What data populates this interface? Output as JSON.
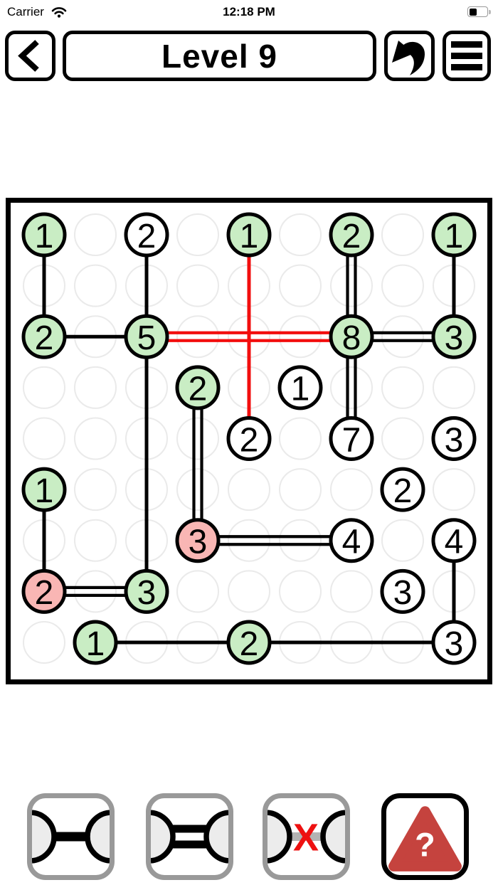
{
  "status_bar": {
    "carrier": "Carrier",
    "time": "12:18 PM",
    "battery_fill_ratio": 0.45
  },
  "nav": {
    "title": "Level 9"
  },
  "board": {
    "rows": 9,
    "cols": 9,
    "colors": {
      "green": "#c9edc4",
      "pink": "#f9b6b4",
      "white": "#ffffff",
      "node_stroke": "#000000",
      "bridge_black": "#000000",
      "bridge_red": "#f20d0d",
      "empty_cell_stroke": "#eaeaea",
      "board_border": "#000000"
    },
    "nodes": [
      {
        "col": 1,
        "row": 1,
        "value": 1,
        "state": "green"
      },
      {
        "col": 3,
        "row": 1,
        "value": 2,
        "state": "white"
      },
      {
        "col": 5,
        "row": 1,
        "value": 1,
        "state": "green"
      },
      {
        "col": 7,
        "row": 1,
        "value": 2,
        "state": "green"
      },
      {
        "col": 9,
        "row": 1,
        "value": 1,
        "state": "green"
      },
      {
        "col": 1,
        "row": 3,
        "value": 2,
        "state": "green"
      },
      {
        "col": 3,
        "row": 3,
        "value": 5,
        "state": "green"
      },
      {
        "col": 7,
        "row": 3,
        "value": 8,
        "state": "green"
      },
      {
        "col": 9,
        "row": 3,
        "value": 3,
        "state": "green"
      },
      {
        "col": 4,
        "row": 4,
        "value": 2,
        "state": "green"
      },
      {
        "col": 6,
        "row": 4,
        "value": 1,
        "state": "white"
      },
      {
        "col": 5,
        "row": 5,
        "value": 2,
        "state": "white"
      },
      {
        "col": 7,
        "row": 5,
        "value": 7,
        "state": "white"
      },
      {
        "col": 9,
        "row": 5,
        "value": 3,
        "state": "white"
      },
      {
        "col": 1,
        "row": 6,
        "value": 1,
        "state": "green"
      },
      {
        "col": 8,
        "row": 6,
        "value": 2,
        "state": "white"
      },
      {
        "col": 4,
        "row": 7,
        "value": 3,
        "state": "pink"
      },
      {
        "col": 7,
        "row": 7,
        "value": 4,
        "state": "white"
      },
      {
        "col": 9,
        "row": 7,
        "value": 4,
        "state": "white"
      },
      {
        "col": 1,
        "row": 8,
        "value": 2,
        "state": "pink"
      },
      {
        "col": 3,
        "row": 8,
        "value": 3,
        "state": "green"
      },
      {
        "col": 8,
        "row": 8,
        "value": 3,
        "state": "white"
      },
      {
        "col": 2,
        "row": 9,
        "value": 1,
        "state": "green"
      },
      {
        "col": 5,
        "row": 9,
        "value": 2,
        "state": "green"
      },
      {
        "col": 9,
        "row": 9,
        "value": 3,
        "state": "white"
      }
    ],
    "bridges": [
      {
        "from": [
          1,
          1
        ],
        "to": [
          1,
          3
        ],
        "count": 1,
        "color": "black"
      },
      {
        "from": [
          3,
          1
        ],
        "to": [
          3,
          3
        ],
        "count": 1,
        "color": "black"
      },
      {
        "from": [
          5,
          1
        ],
        "to": [
          5,
          5
        ],
        "count": 1,
        "color": "red"
      },
      {
        "from": [
          7,
          1
        ],
        "to": [
          7,
          3
        ],
        "count": 2,
        "color": "black"
      },
      {
        "from": [
          9,
          1
        ],
        "to": [
          9,
          3
        ],
        "count": 1,
        "color": "black"
      },
      {
        "from": [
          1,
          3
        ],
        "to": [
          3,
          3
        ],
        "count": 1,
        "color": "black"
      },
      {
        "from": [
          3,
          3
        ],
        "to": [
          7,
          3
        ],
        "count": 2,
        "color": "red"
      },
      {
        "from": [
          7,
          3
        ],
        "to": [
          9,
          3
        ],
        "count": 2,
        "color": "black"
      },
      {
        "from": [
          3,
          3
        ],
        "to": [
          3,
          8
        ],
        "count": 1,
        "color": "black"
      },
      {
        "from": [
          7,
          3
        ],
        "to": [
          7,
          5
        ],
        "count": 2,
        "color": "black"
      },
      {
        "from": [
          4,
          4
        ],
        "to": [
          4,
          7
        ],
        "count": 2,
        "color": "black"
      },
      {
        "from": [
          1,
          6
        ],
        "to": [
          1,
          8
        ],
        "count": 1,
        "color": "black"
      },
      {
        "from": [
          1,
          8
        ],
        "to": [
          3,
          8
        ],
        "count": 2,
        "color": "black"
      },
      {
        "from": [
          4,
          7
        ],
        "to": [
          7,
          7
        ],
        "count": 2,
        "color": "black"
      },
      {
        "from": [
          9,
          7
        ],
        "to": [
          9,
          9
        ],
        "count": 1,
        "color": "black"
      },
      {
        "from": [
          2,
          9
        ],
        "to": [
          5,
          9
        ],
        "count": 1,
        "color": "black"
      },
      {
        "from": [
          5,
          9
        ],
        "to": [
          9,
          9
        ],
        "count": 1,
        "color": "black"
      }
    ]
  },
  "toolbar": {
    "block_x_label": "X",
    "help_label": "?",
    "buttons": [
      {
        "name": "single-bridge"
      },
      {
        "name": "double-bridge"
      },
      {
        "name": "block-bridge"
      },
      {
        "name": "help"
      }
    ]
  }
}
